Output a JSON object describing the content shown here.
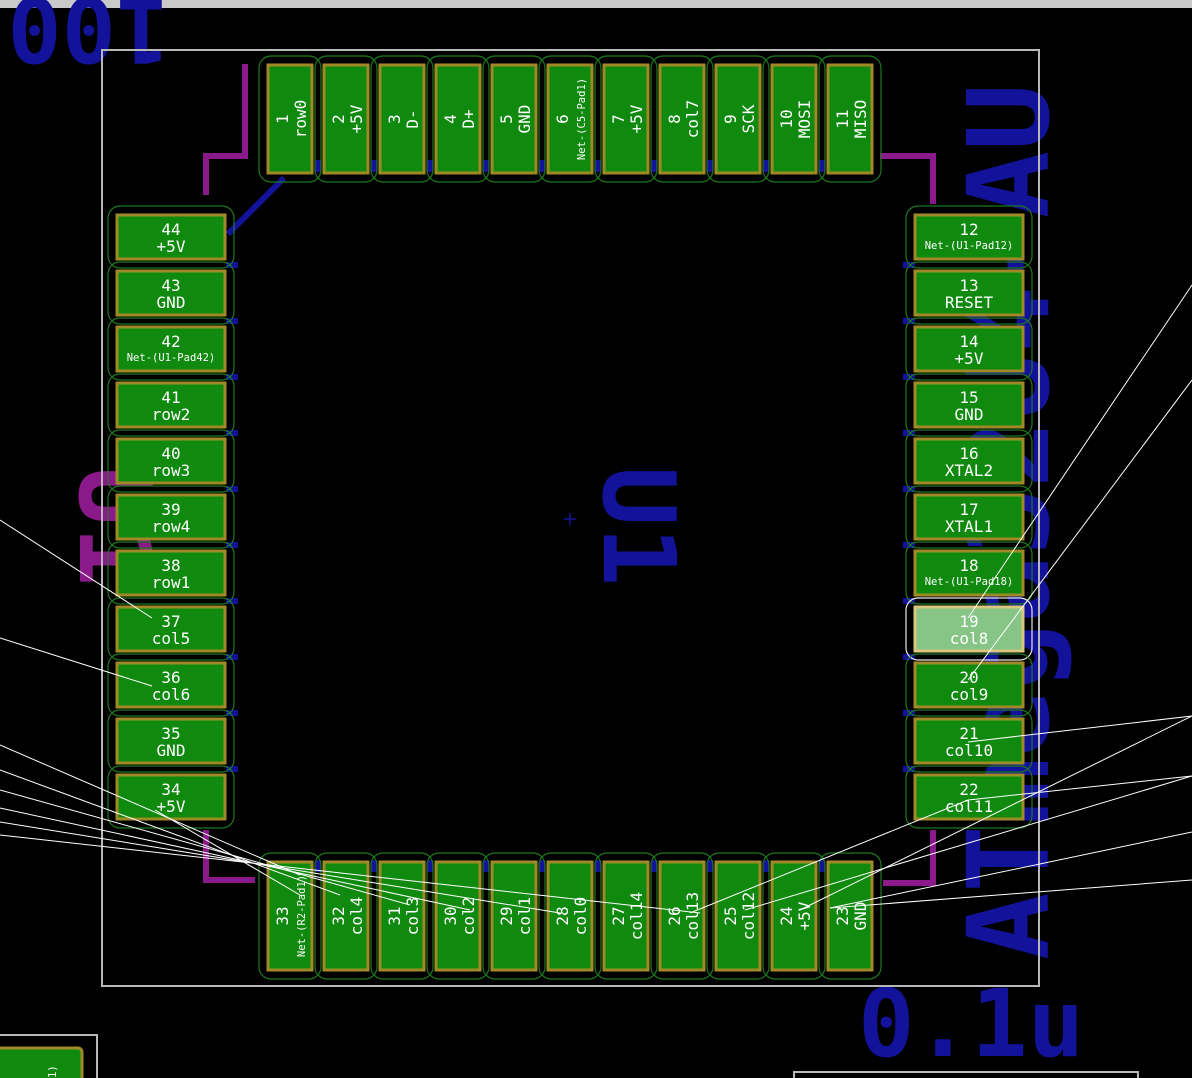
{
  "title_partial_top": "100",
  "ref_center": "U1",
  "ref_left": "U1",
  "part_value": "ATmega32U4-AU",
  "version_partial": "0.1u",
  "offboard_partial": "1)",
  "pads": [
    {
      "num": "1",
      "net": "row0"
    },
    {
      "num": "2",
      "net": "+5V"
    },
    {
      "num": "3",
      "net": "D-"
    },
    {
      "num": "4",
      "net": "D+"
    },
    {
      "num": "5",
      "net": "GND"
    },
    {
      "num": "6",
      "net": "Net-(C5-Pad1)"
    },
    {
      "num": "7",
      "net": "+5V"
    },
    {
      "num": "8",
      "net": "col7"
    },
    {
      "num": "9",
      "net": "SCK"
    },
    {
      "num": "10",
      "net": "MOSI"
    },
    {
      "num": "11",
      "net": "MISO"
    },
    {
      "num": "12",
      "net": "Net-(U1-Pad12)"
    },
    {
      "num": "13",
      "net": "RESET"
    },
    {
      "num": "14",
      "net": "+5V"
    },
    {
      "num": "15",
      "net": "GND"
    },
    {
      "num": "16",
      "net": "XTAL2"
    },
    {
      "num": "17",
      "net": "XTAL1"
    },
    {
      "num": "18",
      "net": "Net-(U1-Pad18)"
    },
    {
      "num": "19",
      "net": "col8",
      "selected": true
    },
    {
      "num": "20",
      "net": "col9"
    },
    {
      "num": "21",
      "net": "col10"
    },
    {
      "num": "22",
      "net": "col11"
    },
    {
      "num": "23",
      "net": "GND"
    },
    {
      "num": "24",
      "net": "+5V"
    },
    {
      "num": "25",
      "net": "col12"
    },
    {
      "num": "26",
      "net": "col13"
    },
    {
      "num": "27",
      "net": "col14"
    },
    {
      "num": "28",
      "net": "col0"
    },
    {
      "num": "29",
      "net": "col1"
    },
    {
      "num": "30",
      "net": "col2"
    },
    {
      "num": "31",
      "net": "col3"
    },
    {
      "num": "32",
      "net": "col4"
    },
    {
      "num": "33",
      "net": "Net-(R2-Pad1)"
    },
    {
      "num": "34",
      "net": "+5V"
    },
    {
      "num": "35",
      "net": "GND"
    },
    {
      "num": "36",
      "net": "col6"
    },
    {
      "num": "37",
      "net": "col5"
    },
    {
      "num": "38",
      "net": "row1"
    },
    {
      "num": "39",
      "net": "row4"
    },
    {
      "num": "40",
      "net": "row3"
    },
    {
      "num": "41",
      "net": "row2"
    },
    {
      "num": "42",
      "net": "Net-(U1-Pad42)"
    },
    {
      "num": "43",
      "net": "GND"
    },
    {
      "num": "44",
      "net": "+5V"
    }
  ],
  "colors": {
    "background": "#000000",
    "pad_fill": "#0f8a0f",
    "pad_border": "#a08a28",
    "pad_selected": "#86c586",
    "silk_blue": "#12129a",
    "fab_purple": "#8a1a8a",
    "courtyard": "#b8b8b8",
    "ratsnest": "#ffffff"
  }
}
